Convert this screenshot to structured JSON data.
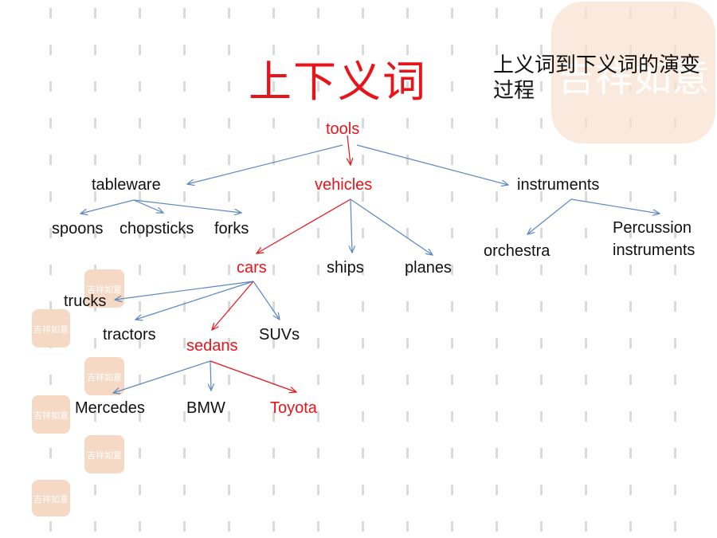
{
  "title": "上下义词",
  "subtitle": "上义词到下义词的演变过程",
  "colors": {
    "highlight": "#e8141a",
    "text": "#111111",
    "edge_default": "#5b87c2",
    "edge_highlight": "#e8141a",
    "stamp": "#f5d9c4",
    "dash": "#d9d9d9"
  },
  "decorations": {
    "stamp_glyphs": "吉祥如意"
  },
  "nodes": [
    {
      "id": "tools",
      "label": "tools",
      "highlight": true
    },
    {
      "id": "tableware",
      "label": "tableware",
      "highlight": false
    },
    {
      "id": "vehicles",
      "label": "vehicles",
      "highlight": true
    },
    {
      "id": "instruments",
      "label": "instruments",
      "highlight": false
    },
    {
      "id": "spoons",
      "label": "spoons",
      "highlight": false
    },
    {
      "id": "chopsticks",
      "label": "chopsticks",
      "highlight": false
    },
    {
      "id": "forks",
      "label": "forks",
      "highlight": false
    },
    {
      "id": "cars",
      "label": "cars",
      "highlight": true
    },
    {
      "id": "ships",
      "label": "ships",
      "highlight": false
    },
    {
      "id": "planes",
      "label": "planes",
      "highlight": false
    },
    {
      "id": "orchestra",
      "label": "orchestra",
      "highlight": false
    },
    {
      "id": "percussion",
      "label": "Percussion instruments",
      "highlight": false
    },
    {
      "id": "trucks",
      "label": "trucks",
      "highlight": false
    },
    {
      "id": "tractors",
      "label": "tractors",
      "highlight": false
    },
    {
      "id": "sedans",
      "label": "sedans",
      "highlight": true
    },
    {
      "id": "suvs",
      "label": "SUVs",
      "highlight": false
    },
    {
      "id": "mercedes",
      "label": "Mercedes",
      "highlight": false
    },
    {
      "id": "bmw",
      "label": "BMW",
      "highlight": false
    },
    {
      "id": "toyota",
      "label": "Toyota",
      "highlight": true
    }
  ],
  "edges": [
    {
      "from": "tools",
      "to": "tableware",
      "highlight": false
    },
    {
      "from": "tools",
      "to": "vehicles",
      "highlight": true
    },
    {
      "from": "tools",
      "to": "instruments",
      "highlight": false
    },
    {
      "from": "tableware",
      "to": "spoons",
      "highlight": false
    },
    {
      "from": "tableware",
      "to": "chopsticks",
      "highlight": false
    },
    {
      "from": "tableware",
      "to": "forks",
      "highlight": false
    },
    {
      "from": "vehicles",
      "to": "cars",
      "highlight": true
    },
    {
      "from": "vehicles",
      "to": "ships",
      "highlight": false
    },
    {
      "from": "vehicles",
      "to": "planes",
      "highlight": false
    },
    {
      "from": "instruments",
      "to": "orchestra",
      "highlight": false
    },
    {
      "from": "instruments",
      "to": "percussion",
      "highlight": false
    },
    {
      "from": "cars",
      "to": "trucks",
      "highlight": false
    },
    {
      "from": "cars",
      "to": "tractors",
      "highlight": false
    },
    {
      "from": "cars",
      "to": "sedans",
      "highlight": true
    },
    {
      "from": "cars",
      "to": "suvs",
      "highlight": false
    },
    {
      "from": "sedans",
      "to": "mercedes",
      "highlight": false
    },
    {
      "from": "sedans",
      "to": "bmw",
      "highlight": false
    },
    {
      "from": "sedans",
      "to": "toyota",
      "highlight": true
    }
  ]
}
